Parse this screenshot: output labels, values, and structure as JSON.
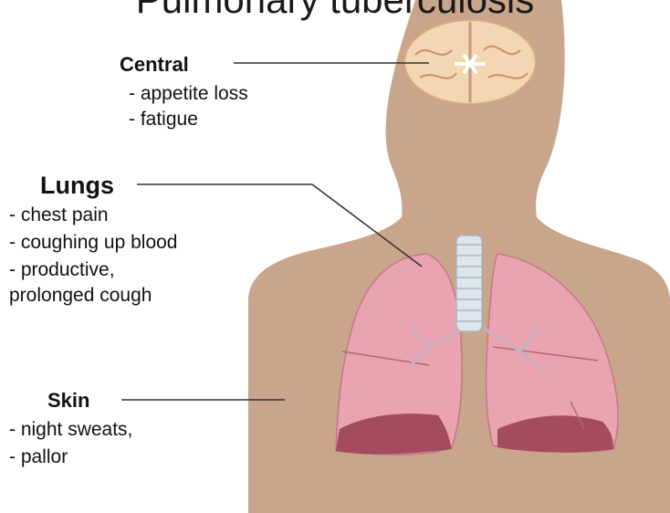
{
  "title": "Pulmonary tuberculosis",
  "sections": {
    "central": {
      "heading": "Central",
      "items": [
        "- appetite loss",
        "- fatigue"
      ]
    },
    "lungs": {
      "heading": "Lungs",
      "items": [
        "- chest pain",
        "- coughing up blood",
        "- productive,",
        "prolonged cough"
      ]
    },
    "skin": {
      "heading": "Skin",
      "items": [
        "- night sweats,",
        "- pallor"
      ]
    }
  },
  "colors": {
    "body": "#c9a58b",
    "lung": "#eaa3b0",
    "lung_inner": "#a34b5f",
    "brain": "#f3d6b3",
    "trachea": "#dfe5ec"
  }
}
